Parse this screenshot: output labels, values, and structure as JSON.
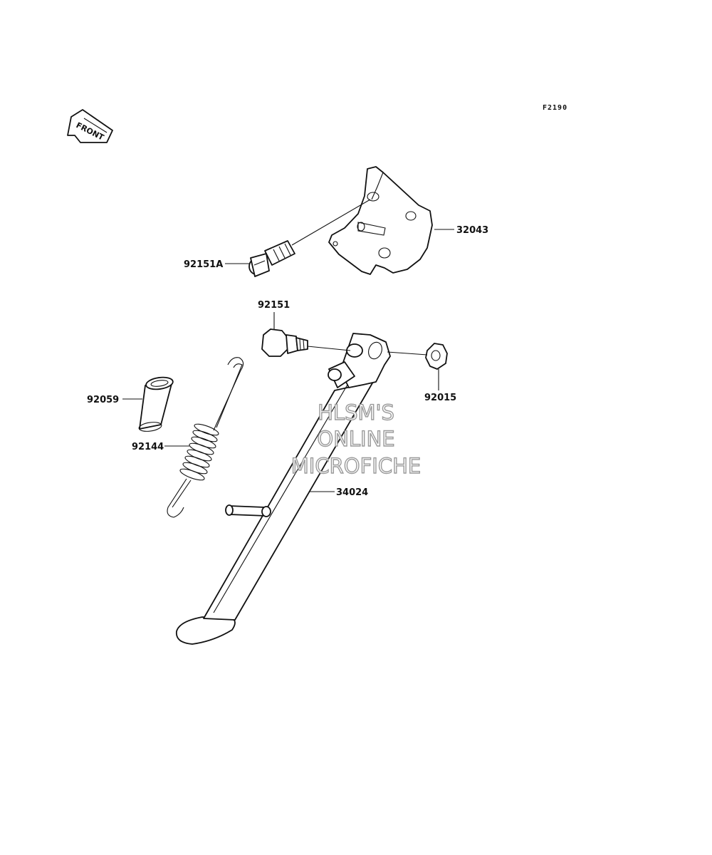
{
  "diagram": {
    "code": "F2190",
    "front_label": "FRONT",
    "watermark": [
      "HLSM'S",
      "ONLINE",
      "MICROFICHE"
    ],
    "parts": [
      {
        "id": "32043",
        "label": "32043"
      },
      {
        "id": "92151A",
        "label": "92151A"
      },
      {
        "id": "92151",
        "label": "92151"
      },
      {
        "id": "92015",
        "label": "92015"
      },
      {
        "id": "92059",
        "label": "92059"
      },
      {
        "id": "92144",
        "label": "92144"
      },
      {
        "id": "34024",
        "label": "34024"
      }
    ]
  }
}
